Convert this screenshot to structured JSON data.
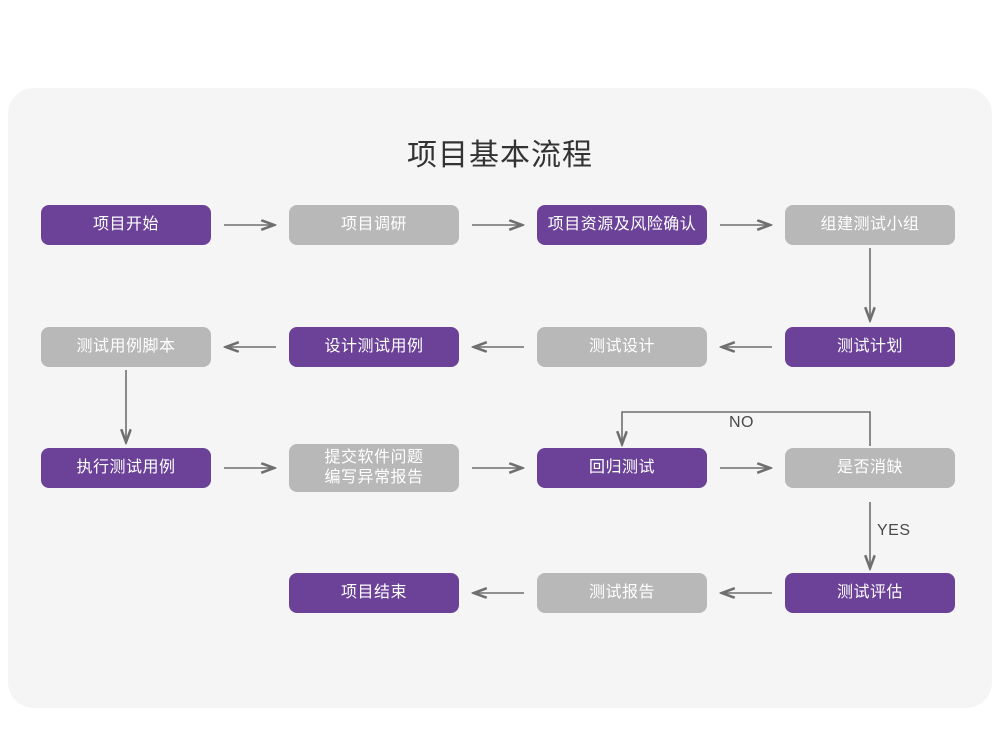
{
  "page": {
    "background_color": "#ffffff",
    "card_color": "#f5f5f5"
  },
  "diagram": {
    "title": "项目基本流程",
    "colors": {
      "active": "#6b4298",
      "inactive": "#b8b8b8",
      "arrow": "#6f6f6f",
      "title_text": "#333333",
      "node_text": "#ffffff"
    },
    "nodes": [
      {
        "id": "n1",
        "label": "项目开始",
        "state": "purple",
        "row": 1
      },
      {
        "id": "n2",
        "label": "项目调研",
        "state": "gray",
        "row": 1
      },
      {
        "id": "n3",
        "label": "项目资源及风险确认",
        "state": "purple",
        "row": 1
      },
      {
        "id": "n4",
        "label": "组建测试小组",
        "state": "gray",
        "row": 1
      },
      {
        "id": "n5",
        "label": "测试用例脚本",
        "state": "gray",
        "row": 2
      },
      {
        "id": "n6",
        "label": "设计测试用例",
        "state": "purple",
        "row": 2
      },
      {
        "id": "n7",
        "label": "测试设计",
        "state": "gray",
        "row": 2
      },
      {
        "id": "n8",
        "label": "测试计划",
        "state": "purple",
        "row": 2
      },
      {
        "id": "n9",
        "label": "执行测试用例",
        "state": "purple",
        "row": 3
      },
      {
        "id": "n10",
        "label": "提交软件问题\n编写异常报告",
        "state": "gray",
        "row": 3
      },
      {
        "id": "n11",
        "label": "回归测试",
        "state": "purple",
        "row": 3
      },
      {
        "id": "n12",
        "label": "是否消缺",
        "state": "gray",
        "row": 3
      },
      {
        "id": "n13",
        "label": "项目结束",
        "state": "purple",
        "row": 4
      },
      {
        "id": "n14",
        "label": "测试报告",
        "state": "gray",
        "row": 4
      },
      {
        "id": "n15",
        "label": "测试评估",
        "state": "purple",
        "row": 4
      }
    ],
    "edge_labels": {
      "no": "NO",
      "yes": "YES"
    },
    "flow": [
      "项目开始 → 项目调研 → 项目资源及风险确认 → 组建测试小组",
      "组建测试小组 ↓ 测试计划 → 测试设计 → 设计测试用例 → 测试用例脚本",
      "测试用例脚本 ↓ 执行测试用例 → 提交软件问题/编写异常报告 → 回归测试 → 是否消缺",
      "是否消缺 NO ↺ 回归测试",
      "是否消缺 YES ↓ 测试评估 → 测试报告 → 项目结束"
    ]
  }
}
